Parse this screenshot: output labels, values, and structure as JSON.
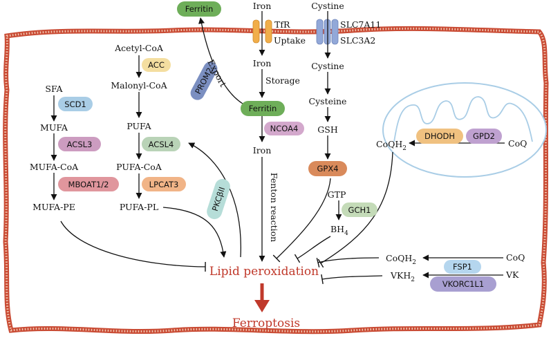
{
  "colors": {
    "membrane": "#c94b34",
    "membrane_dash": "#f3cdb8",
    "arrow": "#111111",
    "outcome_red": "#c0392b",
    "mito_stroke": "#a9cde6",
    "ferritin_green": "#6eae59",
    "gpx4_orange": "#d98a5b",
    "prom2_blue": "#7b8fc1",
    "acc_yellow": "#f4dea0",
    "scd1_blue": "#a9cde6",
    "acsl3_pink": "#cc9cc0",
    "acsl4_green": "#b9d3b7",
    "mboat_pink": "#e0969d",
    "lpcat3_orange": "#f1b487",
    "pkcbii_teal": "#b6ddd8",
    "ncoa4_pink": "#d3a8cc",
    "gch1_green": "#c4dbb8",
    "dhodh_orange": "#f0c180",
    "gpd2_purple": "#bfa1d0",
    "fsp1_blue": "#b5d6ee",
    "vkorc1l1_purple": "#a89fd1",
    "tfr_channel": "#f1ae4a",
    "slc_channel": "#92a8d8"
  },
  "transporters": {
    "tfr": "TfR",
    "uptake": "Uptake",
    "slc7a11": "SLC7A11",
    "slc3a2": "SLC3A2"
  },
  "iron_pathway": {
    "iron_out": "Iron",
    "iron_in": "Iron",
    "storage": "Storage",
    "ferritin_inner": "Ferritin",
    "ferritin_outer": "Ferritin",
    "export": "Export",
    "prom2": "PROM2",
    "ncoa4": "NCOA4",
    "iron_free": "Iron",
    "fenton": "Fenton reaction"
  },
  "cystine_pathway": {
    "cystine_out": "Cystine",
    "cystine_in": "Cystine",
    "cysteine": "Cysteine",
    "gsh": "GSH",
    "gpx4": "GPX4",
    "gtp": "GTP",
    "gch1": "GCH1",
    "bh4": "BH",
    "bh4_sub": "4"
  },
  "lipid_pathway": {
    "acetyl_coa": "Acetyl-CoA",
    "acc": "ACC",
    "malonyl_coa": "Malonyl-CoA",
    "pufa": "PUFA",
    "acsl4": "ACSL4",
    "pufa_coa": "PUFA-CoA",
    "lpcat3": "LPCAT3",
    "pufa_pl": "PUFA-PL",
    "pkcbii": "PKCβII",
    "sfa": "SFA",
    "scd1": "SCD1",
    "mufa": "MUFA",
    "acsl3": "ACSL3",
    "mufa_coa": "MUFA-CoA",
    "mboat": "MBOAT1/2",
    "mufa_pe": "MUFA-PE"
  },
  "mito": {
    "coqh2": "CoQH",
    "coqh2_sub": "2",
    "dhodh": "DHODH",
    "gpd2": "GPD2",
    "coq": "CoQ"
  },
  "fsp1_pathway": {
    "coqh2": "CoQH",
    "coqh2_sub": "2",
    "coq": "CoQ",
    "fsp1": "FSP1",
    "vkh2": "VKH",
    "vkh2_sub": "2",
    "vk": "VK",
    "vkorc1l1": "VKORC1L1"
  },
  "outcome": {
    "lipid_peroxidation": "Lipid peroxidation",
    "ferroptosis": "Ferroptosis"
  }
}
